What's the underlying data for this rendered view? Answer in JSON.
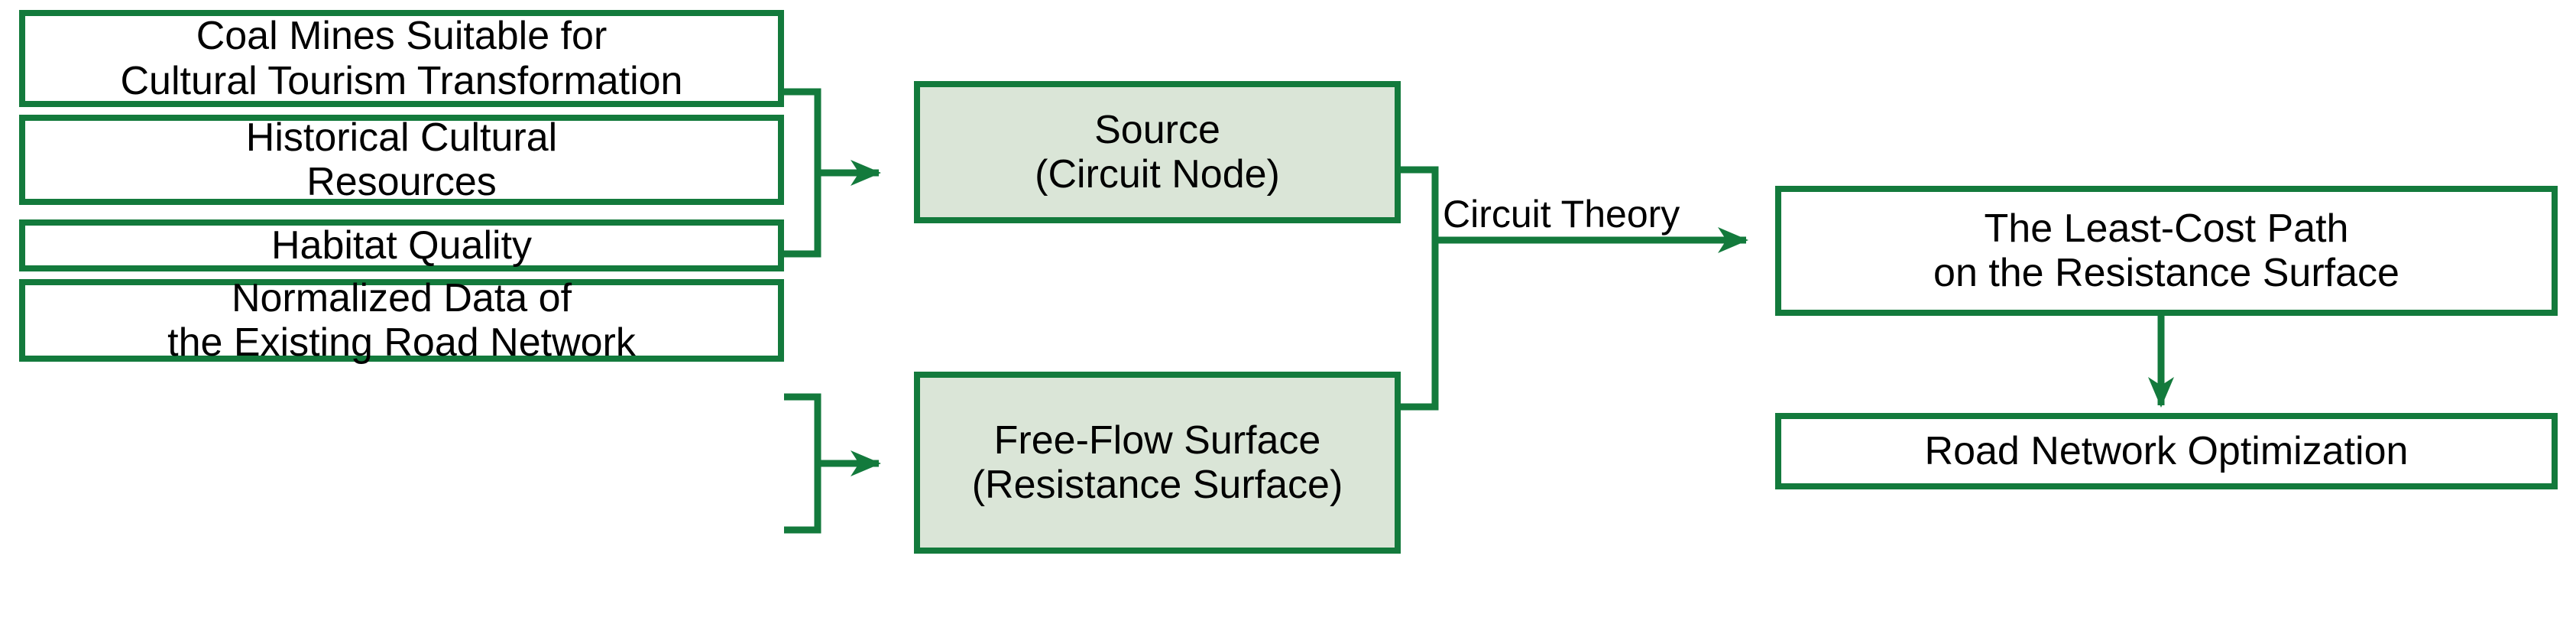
{
  "diagram": {
    "title": "Road Network Optimization Framework Flowchart",
    "colors": {
      "stroke": "#137a3c",
      "fill_green": "#dae5d7",
      "fill_white": "#ffffff",
      "text": "#000000",
      "background": "#ffffff"
    },
    "nodes": [
      {
        "id": "coal-mines",
        "label": "Coal Mines Suitable for\nCultural Tourism Transformation",
        "fill": "white",
        "column": "inputs"
      },
      {
        "id": "historical-resources",
        "label": "Historical Cultural\nResources",
        "fill": "white",
        "column": "inputs"
      },
      {
        "id": "habitat-quality",
        "label": "Habitat Quality",
        "fill": "white",
        "column": "inputs"
      },
      {
        "id": "normalized-road-data",
        "label": "Normalized Data of\nthe Existing Road Network",
        "fill": "white",
        "column": "inputs"
      },
      {
        "id": "source-circuit-node",
        "label": "Source\n(Circuit Node)",
        "fill": "green",
        "column": "middle"
      },
      {
        "id": "free-flow-surface",
        "label": "Free-Flow Surface\n(Resistance Surface)",
        "fill": "green",
        "column": "middle"
      },
      {
        "id": "least-cost-path",
        "label": "The Least-Cost Path\non the Resistance Surface",
        "fill": "white",
        "column": "outputs"
      },
      {
        "id": "road-network-optimization",
        "label": "Road Network Optimization",
        "fill": "white",
        "column": "outputs"
      }
    ],
    "edge_labels": [
      {
        "id": "circuit-theory",
        "text": "Circuit Theory"
      }
    ],
    "connections": [
      {
        "from": "coal-mines",
        "to": "source-circuit-node",
        "style": "bracket-arrow"
      },
      {
        "from": "historical-resources",
        "to": "source-circuit-node",
        "style": "bracket-arrow"
      },
      {
        "from": "habitat-quality",
        "to": "free-flow-surface",
        "style": "bracket-arrow"
      },
      {
        "from": "normalized-road-data",
        "to": "free-flow-surface",
        "style": "bracket-arrow"
      },
      {
        "from": "source-circuit-node",
        "to": "least-cost-path",
        "style": "bracket-arrow",
        "label": "Circuit Theory"
      },
      {
        "from": "free-flow-surface",
        "to": "least-cost-path",
        "style": "bracket-arrow",
        "label": "Circuit Theory"
      },
      {
        "from": "least-cost-path",
        "to": "road-network-optimization",
        "style": "arrow-down"
      }
    ]
  }
}
